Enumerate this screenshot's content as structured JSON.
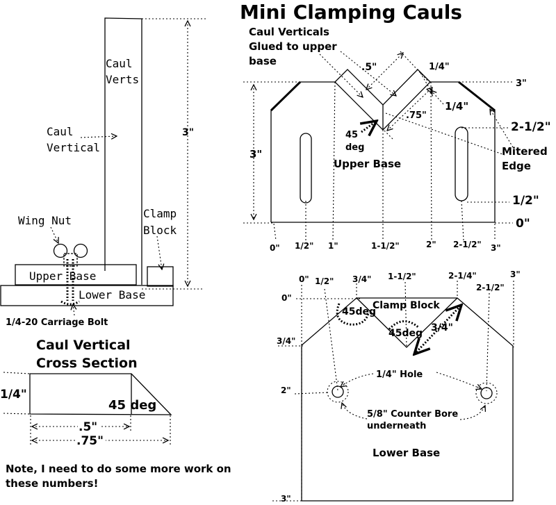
{
  "title": "Mini Clamping Cauls",
  "side_view": {
    "caul_verts": [
      "Caul",
      "Verts"
    ],
    "caul_vertical": [
      "Caul",
      "Vertical"
    ],
    "wing_nut": "Wing Nut",
    "clamp_block": [
      "Clamp",
      "Block"
    ],
    "upper_base": "Upper Base",
    "lower_base": "Lower Base",
    "carriage_bolt": "1/4-20 Carriage Bolt",
    "height": "3\""
  },
  "upper_base_view": {
    "note": [
      "Caul Verticals",
      "Glued to upper",
      "base"
    ],
    "label": "Upper Base",
    "dim_half": ".5\"",
    "dim_quarter_top": "1/4\"",
    "dim_quarter_right": "1/4\"",
    "dim_three_quarter": ".75\"",
    "angle": [
      "45",
      "deg"
    ],
    "mitered": [
      "Mitered",
      "Edge"
    ],
    "height_left": "3\"",
    "right_3": "3\"",
    "right_2_5": "2-1/2\"",
    "right_half": "1/2\"",
    "right_0": "0\"",
    "x_ticks": [
      "0\"",
      "1/2\"",
      "1\"",
      "1-1/2\"",
      "2\"",
      "2-1/2\"",
      "3\""
    ]
  },
  "cross_section": {
    "title": [
      "Caul Vertical",
      "Cross Section"
    ],
    "thickness": "1/4\"",
    "angle": "45 deg",
    "dim_a": ".5\"",
    "dim_b": ".75\""
  },
  "lower_base_view": {
    "clamp_block": "Clamp Block",
    "angle_left": "45deg",
    "angle_mid": "45deg",
    "dim_three_quarter": "3/4\"",
    "hole": "1/4\" Hole",
    "counter_bore": [
      "5/8\" Counter Bore",
      "underneath"
    ],
    "label": "Lower Base",
    "x_ticks": [
      "0\"",
      "1/2\"",
      "3/4\"",
      "1-1/2\"",
      "2-1/4\"",
      "2-1/2\"",
      "3\""
    ],
    "y_0": "0\"",
    "y_3_4": "3/4\"",
    "y_2": "2\"",
    "y_3": "3\""
  },
  "note": [
    "Note, I need to do some more work on",
    "these numbers!"
  ]
}
